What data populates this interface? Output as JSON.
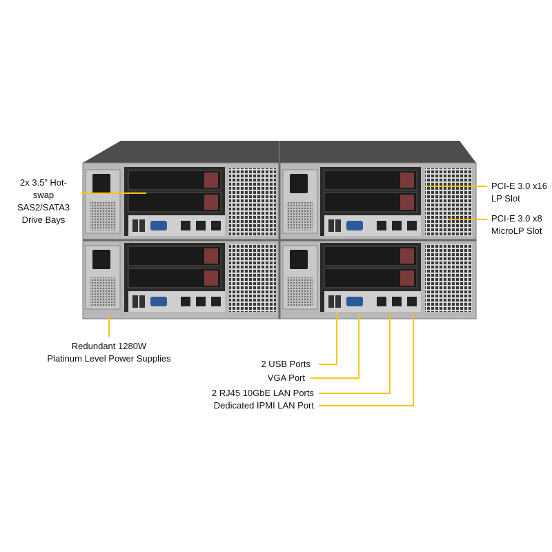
{
  "callouts": {
    "drive_bays": [
      "2x 3.5” Hot-",
      "swap",
      "SAS2/SATA3",
      "Drive Bays"
    ],
    "pcie_x16": [
      "PCI-E 3.0 x16",
      "LP Slot"
    ],
    "pcie_x8": [
      "PCI-E 3.0 x8",
      "MicroLP Slot"
    ],
    "power_supplies": [
      "Redundant 1280W",
      "Platinum Level Power Supplies"
    ],
    "usb_ports": "2 USB Ports",
    "vga_port": "VGA Port",
    "lan_ports": "2 RJ45 10GbE LAN Ports",
    "ipmi_port": "Dedicated IPMI LAN Port"
  },
  "colors": {
    "callout_line": "#f5c518",
    "chassis_top": "#4a4a4a",
    "chassis_body": "#2a2a2a",
    "drive_handle": "#7a3a3a"
  }
}
